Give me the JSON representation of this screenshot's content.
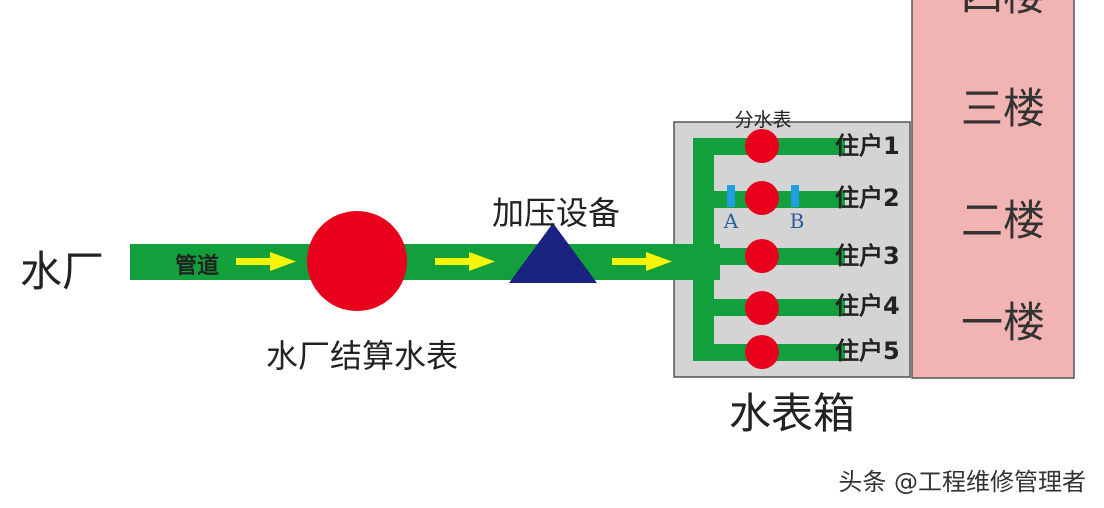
{
  "labels": {
    "water_plant": "水厂",
    "pipe": "管道",
    "plant_meter": "水厂结算水表",
    "booster": "加压设备",
    "sub_meter": "分水表",
    "meter_box": "水表箱",
    "valve_a": "A",
    "valve_b": "B"
  },
  "households": [
    {
      "label": "住户1"
    },
    {
      "label": "住户2"
    },
    {
      "label": "住户3"
    },
    {
      "label": "住户4"
    },
    {
      "label": "住户5"
    }
  ],
  "floors": [
    {
      "label": "四楼"
    },
    {
      "label": "三楼"
    },
    {
      "label": "二楼"
    },
    {
      "label": "一楼"
    }
  ],
  "watermark": "头条 @工程维修管理者",
  "colors": {
    "pipe": "#12a03c",
    "meter": "#e8001c",
    "booster": "#1a2380",
    "arrow": "#f5f50a",
    "box_fill": "#d4d4d4",
    "building_fill": "#f2b3b3",
    "valve": "#1f9ee0",
    "text": "#222222"
  }
}
